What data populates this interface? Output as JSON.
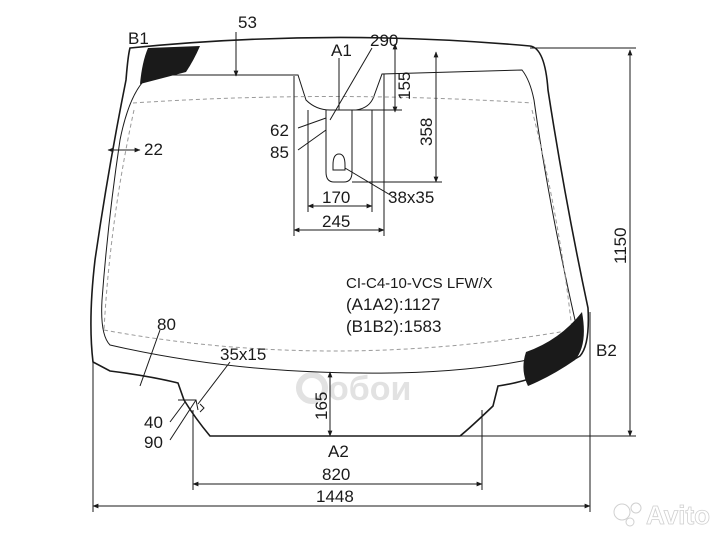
{
  "part": {
    "code": "CI-C4-10-VCS LFW/X",
    "a1a2": "(A1A2):1127",
    "b1b2": "(B1B2):1583"
  },
  "points": {
    "a1": "A1",
    "a2": "A2",
    "b1": "B1",
    "b2": "B2"
  },
  "dimensions": {
    "d53": "53",
    "d290": "290",
    "d155": "155",
    "d358": "358",
    "d62": "62",
    "d85": "85",
    "d22": "22",
    "d170": "170",
    "d38x35": "38x35",
    "d245": "245",
    "d1150": "1150",
    "d80": "80",
    "d35x15": "35x15",
    "d165": "165",
    "d40": "40",
    "d90": "90",
    "d820": "820",
    "d1448": "1448"
  },
  "watermarks": {
    "oboi": "обои",
    "avito": "Avito"
  },
  "colors": {
    "line": "#1a1a1a",
    "blackout": "#1a1a1a",
    "dashed": "#9a9a9a",
    "watermark": "#e2e2e2"
  }
}
